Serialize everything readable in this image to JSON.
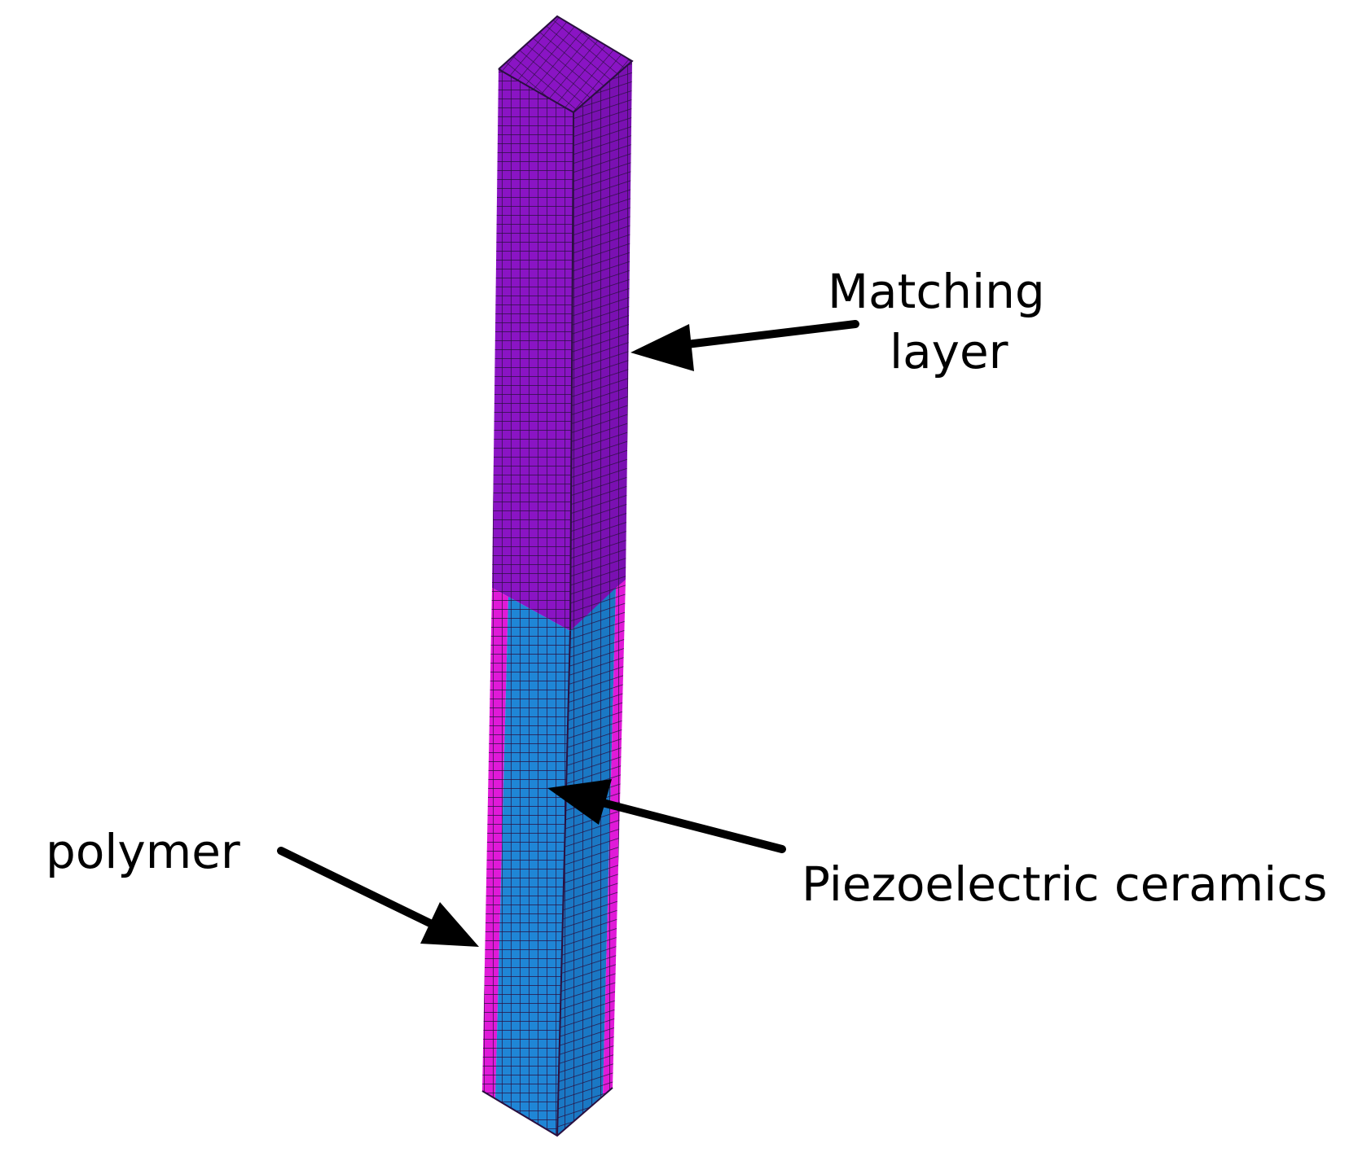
{
  "labels": {
    "matching_layer_line1": "Matching",
    "matching_layer_line2": "layer",
    "piezoelectric_ceramics": "Piezoelectric ceramics",
    "polymer": "polymer"
  },
  "colors": {
    "matching_layer": "#8a14c4",
    "matching_layer_side": "#7a10b2",
    "piezo": "#1f86d6",
    "piezo_side": "#1a78c4",
    "polymer": "#e01ad8",
    "mesh_line": "#2a1040",
    "arrow": "#000000",
    "background": "#ffffff"
  }
}
